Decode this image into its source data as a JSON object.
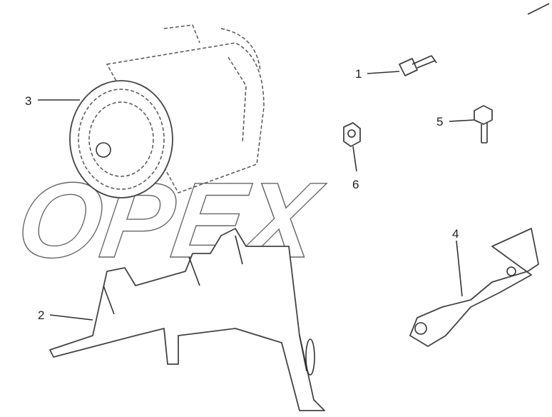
{
  "watermark": "OPEX",
  "callouts": [
    {
      "number": "1"
    },
    {
      "number": "2"
    },
    {
      "number": "3"
    },
    {
      "number": "4"
    },
    {
      "number": "5"
    },
    {
      "number": "6"
    }
  ]
}
